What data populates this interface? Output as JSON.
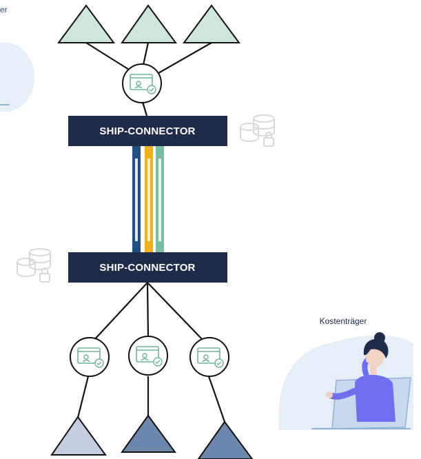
{
  "connectors": {
    "top_label": "SHIP-CONNECTOR",
    "bottom_label": "SHIP-CONNECTOR"
  },
  "roles": {
    "right_label": "Kostenträger",
    "left_partial_label": "er"
  },
  "colors": {
    "connector_bg": "#1f2b4a",
    "node_top": "#cfe6da",
    "node_bottom_light": "#c5cde0",
    "node_bottom_dark": "#6d86ab",
    "stripe_blue": "#1f4f86",
    "stripe_yellow": "#f2b01e",
    "stripe_green": "#7dbfa1",
    "icon_green": "#6db595",
    "faint_icon": "#d9d9d9",
    "blob": "#e6eef8"
  },
  "icons": {
    "cert_badge": "certificate-badge-icon",
    "database_lock": "database-lock-icon",
    "person": "person-at-laptop-icon"
  }
}
